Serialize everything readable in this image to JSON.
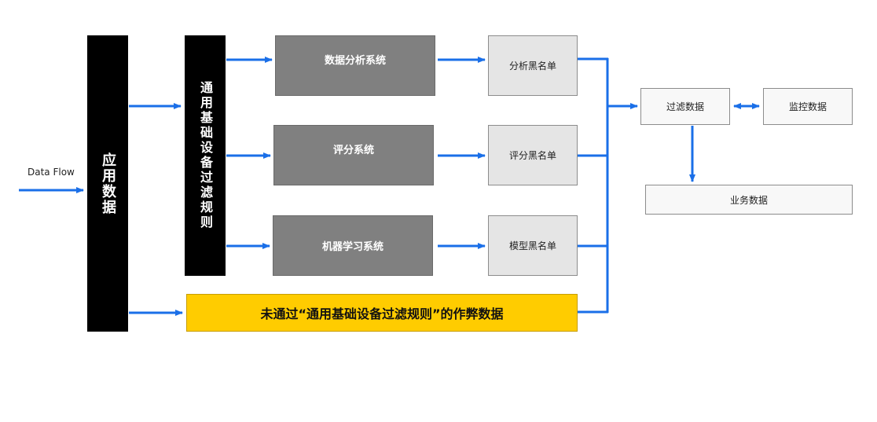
{
  "input_label": "Data Flow",
  "app_data": "应用数据",
  "filter_rules": "通用基础设备过滤规则",
  "systems": {
    "analysis": "数据分析系统",
    "scoring": "评分系统",
    "ml": "机器学习系统"
  },
  "blacklists": {
    "analysis": "分析黑名单",
    "scoring": "评分黑名单",
    "model": "模型黑名单"
  },
  "unfiltered": "未通过“通用基础设备过滤规则”的作弊数据",
  "filtered_data": "过滤数据",
  "monitor_data": "监控数据",
  "business_data": "业务数据",
  "colors": {
    "arrow": "#1a6fe8",
    "yellow": "#ffcc00",
    "gray": "#808080",
    "light": "#e5e5e5"
  }
}
